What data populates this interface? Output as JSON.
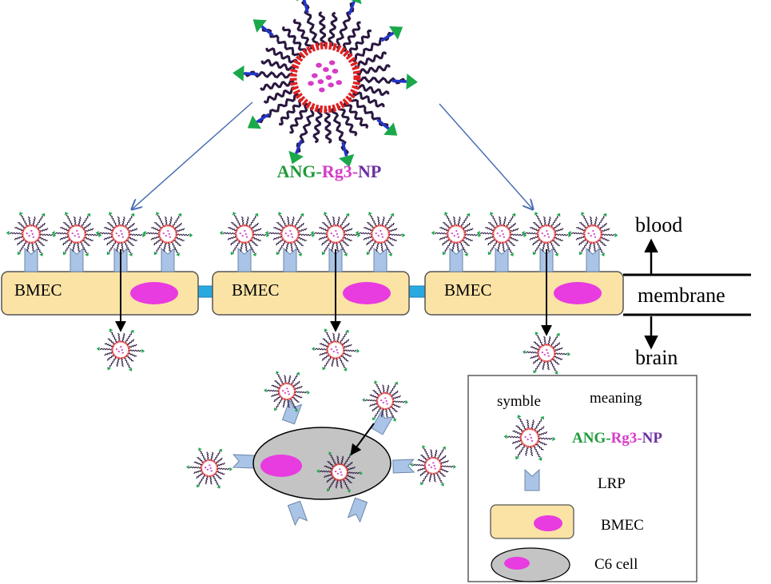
{
  "title_label": {
    "ang": "ANG-",
    "rg3": "Rg3-",
    "np": "NP"
  },
  "cells": {
    "bmec_label": "BMEC"
  },
  "side_labels": {
    "blood": "blood",
    "membrane": "membrane",
    "brain": "brain"
  },
  "legend": {
    "header_symbol": "symble",
    "header_meaning": "meaning",
    "items": {
      "nanoparticle": {
        "ang": "ANG-",
        "rg3": "Rg3-",
        "np": "NP"
      },
      "lrp": "LRP",
      "bmec": "BMEC",
      "c6": "C6 cell"
    }
  },
  "colors": {
    "ang_green": "#1f9a3a",
    "rg3_magenta": "#d63cc8",
    "np_purple": "#6b2fa0",
    "bmec_fill": "#fbe3a6",
    "c6_fill": "#c4c4c4",
    "nucleus": "#e83be0",
    "receptor": "#a9c4e6",
    "junction": "#29a9e0",
    "arrow_blue": "#4a6fb5",
    "tip_green": "#1aa84a",
    "chain_dark": "#2a1840",
    "chain_red": "#e02020"
  }
}
